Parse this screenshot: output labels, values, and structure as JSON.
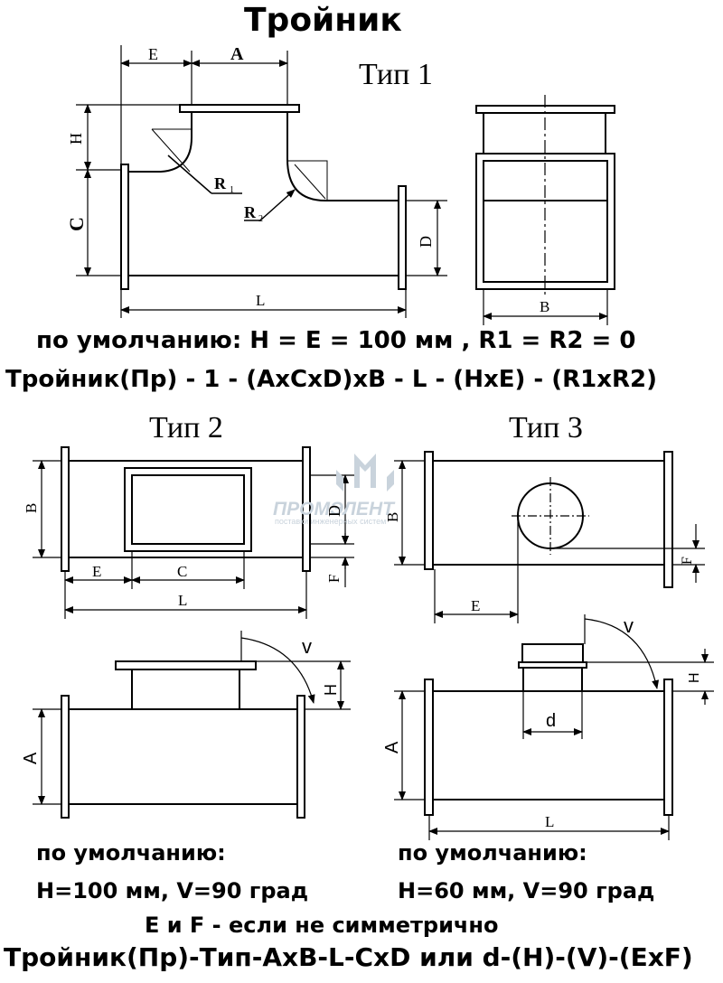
{
  "title": "Тройник",
  "types": {
    "t1": "Тип 1",
    "t2": "Тип 2",
    "t3": "Тип 3"
  },
  "defaults_type1": "по умолчанию: H = E = 100 мм , R1 = R2 = 0",
  "formula_type1": "Тройник(Пр) - 1 - (AxCxD)xB - L - (HxE) - (R1xR2)",
  "defaults_type2": {
    "line1": "по умолчанию:",
    "line2": "H=100 мм, V=90 град"
  },
  "defaults_type3": {
    "line1": "по умолчанию:",
    "line2": "H=60 мм, V=90 град"
  },
  "note": "E и F - если не симметрично",
  "formula_type23": "Тройник(Пр)-Тип-AxB-L-CxD или d-(H)-(V)-(ExF)",
  "dims": {
    "E": "E",
    "A": "A",
    "H": "H",
    "C": "C",
    "D": "D",
    "L": "L",
    "B": "B",
    "R1": "R",
    "R1_sub": "1",
    "R2": "R",
    "R2_sub": "2",
    "F": "F",
    "V": "v",
    "d": "d"
  },
  "watermark": {
    "name": "ПРОМЭЛЕНТ",
    "tagline": "поставки инженерных систем"
  }
}
